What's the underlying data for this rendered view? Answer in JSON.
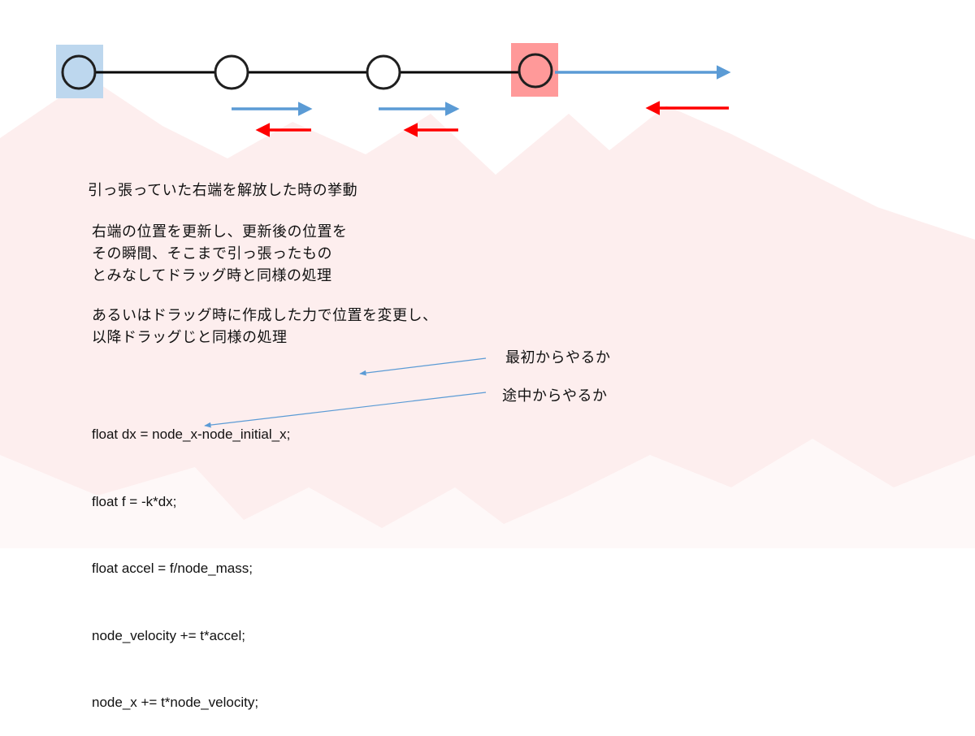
{
  "colors": {
    "node_stroke": "#111111",
    "chain_line": "#000000",
    "blue_arrow": "#5b9bd5",
    "red_arrow": "#ff0000",
    "left_node_highlight": "#bdd7ee",
    "right_node_highlight": "#ff9999",
    "background_pattern": "#fdeeee"
  },
  "heading": "引っ張っていた右端を解放した時の挙動",
  "paragraph_1": [
    "右端の位置を更新し、更新後の位置を",
    "その瞬間、そこまで引っ張ったもの",
    "とみなしてドラッグ時と同様の処理"
  ],
  "paragraph_2": [
    "あるいはドラッグ時に作成した力で位置を変更し、",
    "以降ドラッグじと同様の処理"
  ],
  "code_lines": [
    "float dx = node_x-node_initial_x;",
    "float f = -k*dx;",
    "float accel = f/node_mass;",
    "node_velocity += t*accel;",
    "node_x += t*node_velocity;"
  ],
  "annotations": {
    "from_start": "最初からやるか",
    "from_middle": "途中からやるか"
  }
}
